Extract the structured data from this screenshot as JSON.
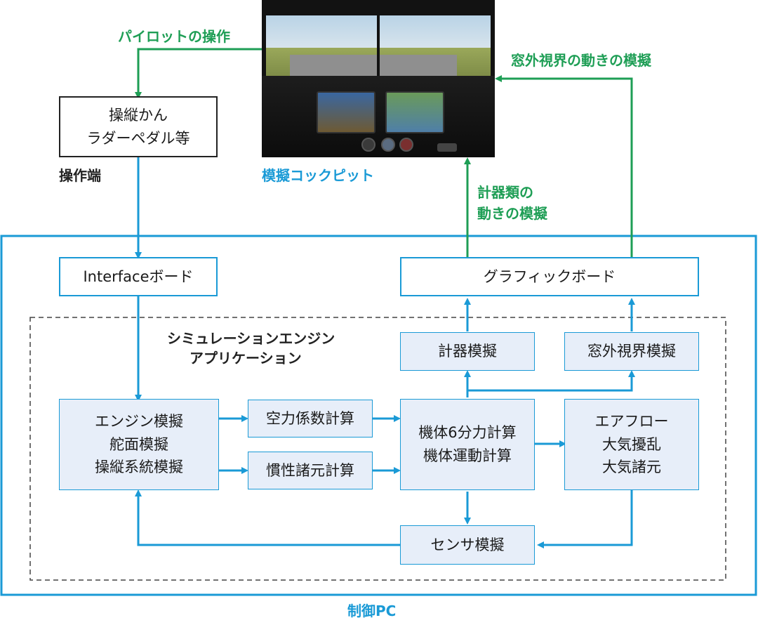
{
  "labels": {
    "pilot_operation": "パイロットの操作",
    "cockpit_caption": "模擬コックピット",
    "operator_terminal": "操作端",
    "view_motion_sim": "窓外視界の動きの模擬",
    "instrument_motion_line1": "計器類の",
    "instrument_motion_line2": "動きの模擬",
    "engine_app_line1": "シミュレーションエンジン",
    "engine_app_line2": "アプリケーション",
    "control_pc": "制御PC"
  },
  "boxes": {
    "controls_line1": "操縦かん",
    "controls_line2": "ラダーペダル等",
    "interface_board": "Interfaceボード",
    "graphics_board": "グラフィックボード",
    "instrument_sim": "計器模擬",
    "window_view_sim": "窓外視界模擬",
    "engine_sim_line1": "エンジン模擬",
    "engine_sim_line2": "舵面模擬",
    "engine_sim_line3": "操縦系統模擬",
    "aero_coeff": "空力係数計算",
    "inertia": "慣性諸元計算",
    "airframe_line1": "機体6分力計算",
    "airframe_line2": "機体運動計算",
    "air_line1": "エアフロー",
    "air_line2": "大気擾乱",
    "air_line3": "大気諸元",
    "sensor_sim": "センサ模擬"
  },
  "colors": {
    "blue": "#1a9ad6",
    "green": "#1e9e55",
    "box_fill": "#e7eef9"
  }
}
